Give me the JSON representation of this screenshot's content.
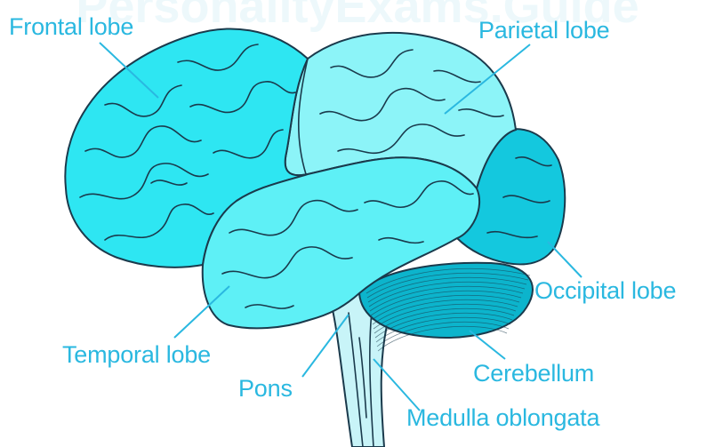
{
  "watermark": "PersonalityExams.Guide",
  "labels": {
    "frontal": "Frontal lobe",
    "parietal": "Parietal lobe",
    "occipital": "Occipital lobe",
    "temporal": "Temporal lobe",
    "pons": "Pons",
    "cerebellum": "Cerebellum",
    "medulla": "Medulla oblongata"
  },
  "colors": {
    "label_text": "#2ab8e0",
    "frontal_fill": "#2ee6f2",
    "parietal_fill": "#8cf4f8",
    "temporal_fill": "#5ef0f6",
    "occipital_fill": "#14c8de",
    "cerebellum_fill": "#0cb4cc",
    "brainstem_fill": "#c8f4f8",
    "outline": "#1a3a4c",
    "watermark": "#dff3f8"
  }
}
